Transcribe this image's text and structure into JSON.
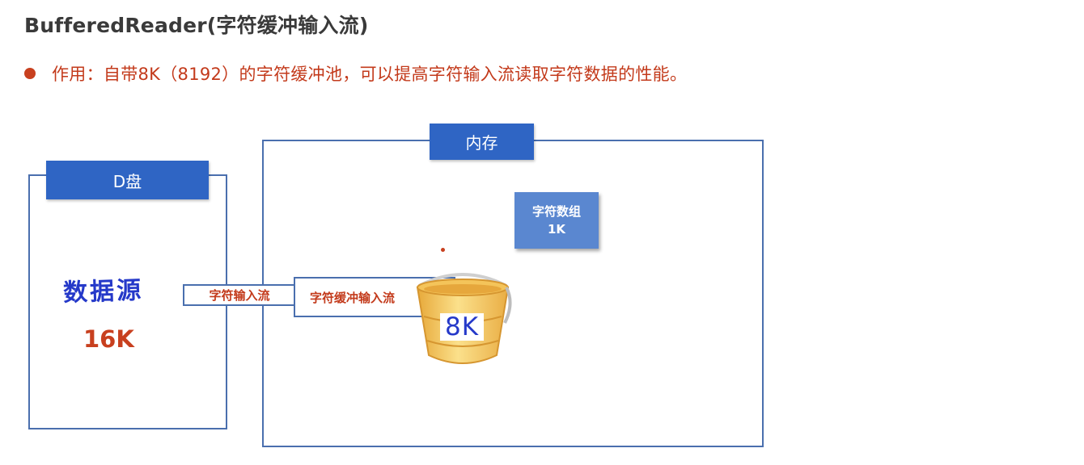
{
  "title": "BufferedReader(字符缓冲输入流)",
  "bullet": {
    "text": "作用：自带8K（8192）的字符缓冲池，可以提高字符输入流读取字符数据的性能。",
    "color": "#c8401f"
  },
  "diagram": {
    "disk_label": "D盘",
    "data_source": "数据源",
    "data_size": "16K",
    "memory_label": "内存",
    "char_input_stream": "字符输入流",
    "buffered_input_stream": "字符缓冲输入流",
    "char_array_line1": "字符数组",
    "char_array_line2": "1K",
    "bucket_label": "8K",
    "accent_color": "#2f65c4",
    "text_red": "#c33a1b"
  }
}
